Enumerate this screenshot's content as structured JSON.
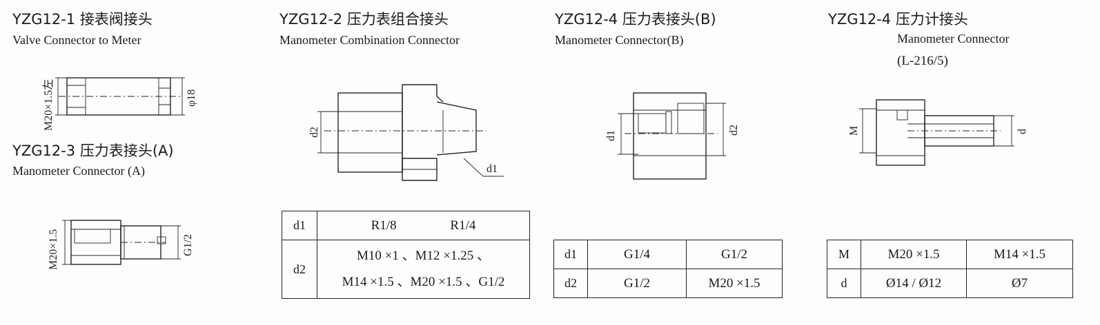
{
  "items": [
    {
      "code": "YZG12-1",
      "cn": "接表阀接头",
      "en": "Valve Connector to Meter",
      "dims": [
        "M20×1.5左",
        "φ18"
      ]
    },
    {
      "code": "YZG12-3",
      "cn": "压力表接头(A)",
      "en": "Manometer Connector (A)",
      "dims": [
        "M20×1.5",
        "G1/2"
      ]
    },
    {
      "code": "YZG12-2",
      "cn": "压力表组合接头",
      "en": "Manometer Combination Connector",
      "dims": [
        "d2",
        "d1"
      ],
      "table": {
        "h1": "d1",
        "h2": "d2",
        "r1c1": "R1/8",
        "r1c2": "R1/4",
        "r2l1": "M10 ×1 、M12 ×1.25 、",
        "r2l2": "M14 ×1.5 、M20 ×1.5 、G1/2"
      }
    },
    {
      "code": "YZG12-4",
      "cn": "压力表接头(B)",
      "en": "Manometer Connector(B)",
      "dims": [
        "d1",
        "d2"
      ],
      "table": {
        "h1": "d1",
        "h2": "d2",
        "r1c1": "G1/4",
        "r1c2": "G1/2",
        "r2c1": "G1/2",
        "r2c2": "M20 ×1.5"
      }
    },
    {
      "code": "YZG12-4",
      "cn": "压力计接头",
      "en": "Manometer Connector",
      "en2": "(L-216/5)",
      "dims": [
        "M",
        "d"
      ],
      "table": {
        "h1": "M",
        "h2": "d",
        "r1c1": "M20 ×1.5",
        "r1c2": "M14 ×1.5",
        "r2c1": "Ø14 / Ø12",
        "r2c2": "Ø7"
      }
    }
  ]
}
